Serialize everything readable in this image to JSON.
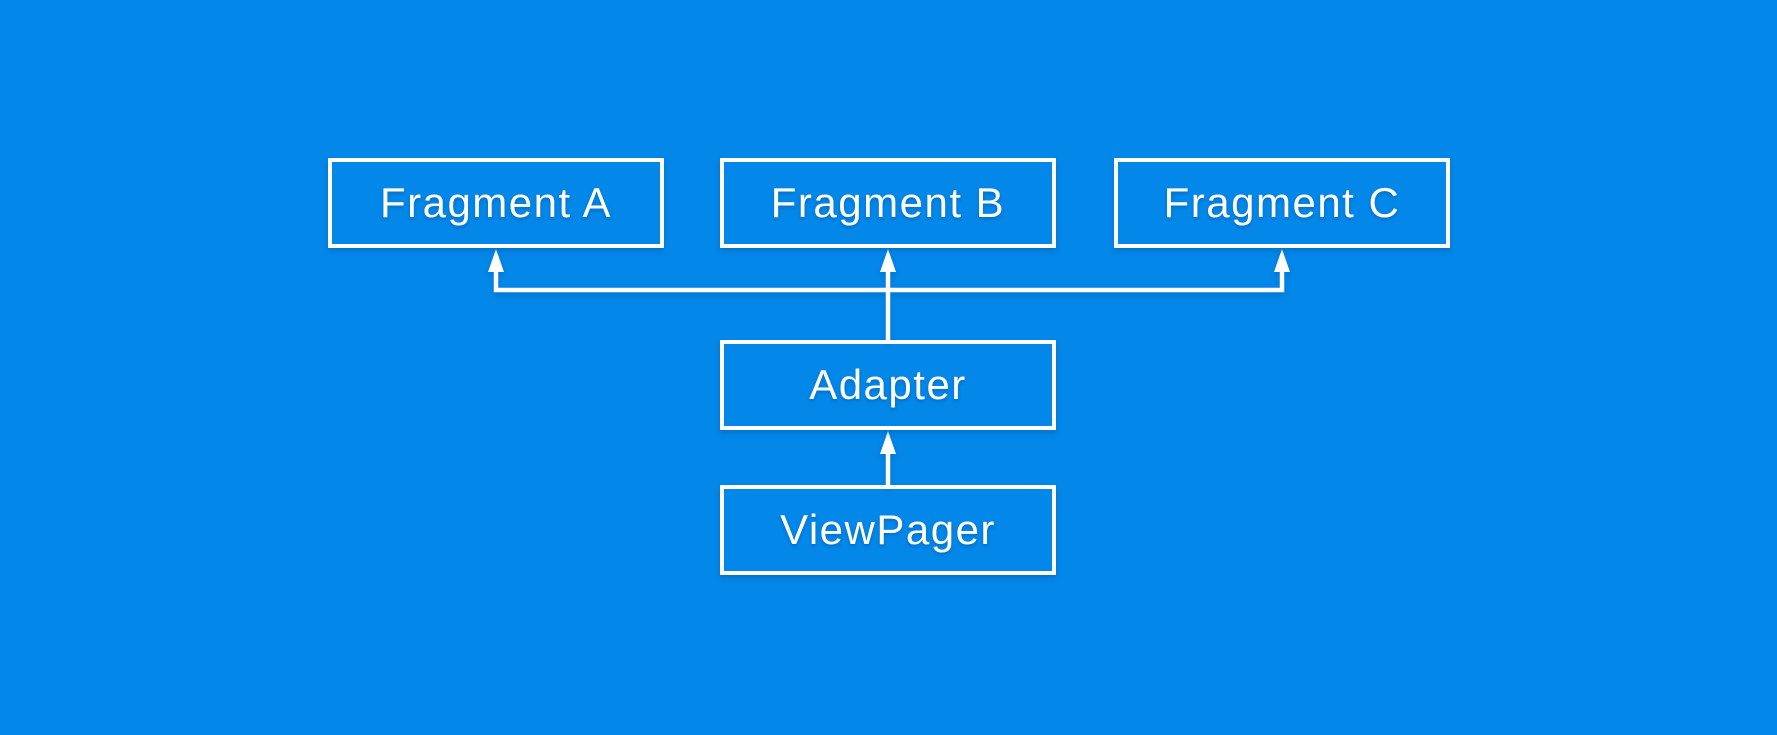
{
  "diagram": {
    "type": "flowchart",
    "nodes": [
      {
        "id": "fragment-a",
        "label": "Fragment A"
      },
      {
        "id": "fragment-b",
        "label": "Fragment B"
      },
      {
        "id": "fragment-c",
        "label": "Fragment C"
      },
      {
        "id": "adapter",
        "label": "Adapter"
      },
      {
        "id": "viewpager",
        "label": "ViewPager"
      }
    ],
    "edges": [
      {
        "from": "adapter",
        "to": "fragment-a",
        "style": "arrow-up"
      },
      {
        "from": "adapter",
        "to": "fragment-b",
        "style": "arrow-up"
      },
      {
        "from": "adapter",
        "to": "fragment-c",
        "style": "arrow-up"
      },
      {
        "from": "viewpager",
        "to": "adapter",
        "style": "arrow-up"
      }
    ],
    "colors": {
      "background": "#0387e9",
      "line": "#ffffff",
      "text": "#ffffff"
    }
  }
}
